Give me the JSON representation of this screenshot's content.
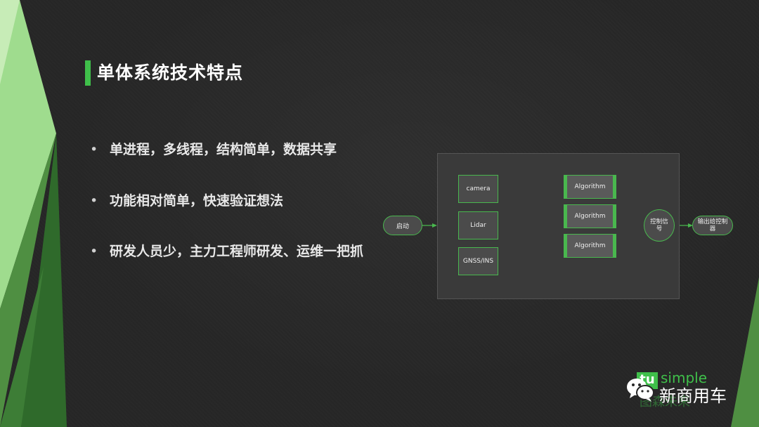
{
  "title": "单体系统技术特点",
  "bullets": [
    "单进程，多线程，结构简单，数据共享",
    "功能相对简单，快速验证想法",
    "研发人员少，主力工程师研发、运维一把抓"
  ],
  "diagram": {
    "start": "启动",
    "sensors": [
      "camera",
      "Lidar",
      "GNSS/INS"
    ],
    "algorithms": [
      "Algorithm",
      "Algorithm",
      "Algorithm"
    ],
    "control_signal": "控制信号",
    "output": "输出给控制器"
  },
  "logo": {
    "tu": "tu",
    "simple": "simple",
    "faint_text": "图森未来"
  },
  "brand": "新商用车",
  "colors": {
    "accent": "#3fbf4a",
    "background": "#262626",
    "panel": "#3a3a3a"
  }
}
